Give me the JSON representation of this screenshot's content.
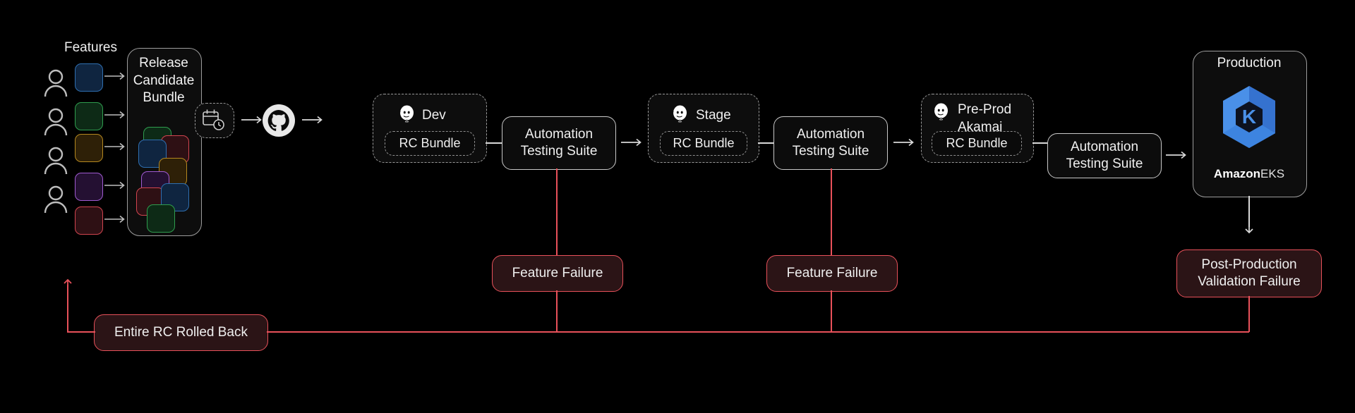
{
  "diagram": {
    "features_label": "Features",
    "features": [
      {
        "name": "feature-1",
        "color": "#2f6fb0",
        "fill": "#0f2540"
      },
      {
        "name": "feature-2",
        "color": "#2f9d4e",
        "fill": "#0d2a16"
      },
      {
        "name": "feature-3",
        "color": "#b5881f",
        "fill": "#2e2007"
      },
      {
        "name": "feature-4",
        "color": "#a05bd1",
        "fill": "#241032"
      },
      {
        "name": "feature-5",
        "color": "#d2454f",
        "fill": "#2e1014"
      }
    ],
    "bundle": {
      "title": "Release Candidate Bundle",
      "tiles": [
        {
          "color": "#2f9d4e",
          "fill": "#0d2a16"
        },
        {
          "color": "#d2454f",
          "fill": "#2e1014"
        },
        {
          "color": "#2f6fb0",
          "fill": "#0f2540"
        },
        {
          "color": "#b5881f",
          "fill": "#2e2007"
        },
        {
          "color": "#a05bd1",
          "fill": "#241032"
        },
        {
          "color": "#d2454f",
          "fill": "#2e1014"
        },
        {
          "color": "#2f6fb0",
          "fill": "#0f2540"
        },
        {
          "color": "#2f9d4e",
          "fill": "#0d2a16"
        }
      ]
    },
    "scheduler_icon": "calendar-clock-icon",
    "scm_icon": "github-icon",
    "stages": [
      {
        "id": "dev",
        "label": "Dev",
        "icon": "jenkins-icon",
        "artifact": "RC Bundle"
      },
      {
        "id": "stage",
        "label": "Stage",
        "icon": "jenkins-icon",
        "artifact": "RC Bundle"
      },
      {
        "id": "preprod",
        "label": "Pre-Prod Akamai",
        "icon": "jenkins-icon",
        "artifact": "RC Bundle"
      }
    ],
    "test_suites": [
      {
        "id": "test-dev",
        "label": "Automation Testing Suite"
      },
      {
        "id": "test-stage",
        "label": "Automation Testing Suite"
      },
      {
        "id": "test-preprod",
        "label": "Automation Testing Suite"
      }
    ],
    "production": {
      "title": "Production",
      "platform_brand": "Amazon",
      "platform_name": "EKS",
      "icon": "amazon-eks-icon"
    },
    "failures": [
      {
        "id": "failure-dev",
        "label": "Feature Failure"
      },
      {
        "id": "failure-stage",
        "label": "Feature Failure"
      },
      {
        "id": "failure-prod",
        "label": "Post-Production Validation Failure"
      }
    ],
    "rollback": {
      "label": "Entire RC Rolled Back"
    },
    "colors": {
      "background": "#000000",
      "stroke": "#d9d9d9",
      "failure": "#e8515a",
      "failure_fill": "#2b1416",
      "eks_blue": "#3f8fe8",
      "eks_blue_dark": "#2f6fd0"
    }
  }
}
